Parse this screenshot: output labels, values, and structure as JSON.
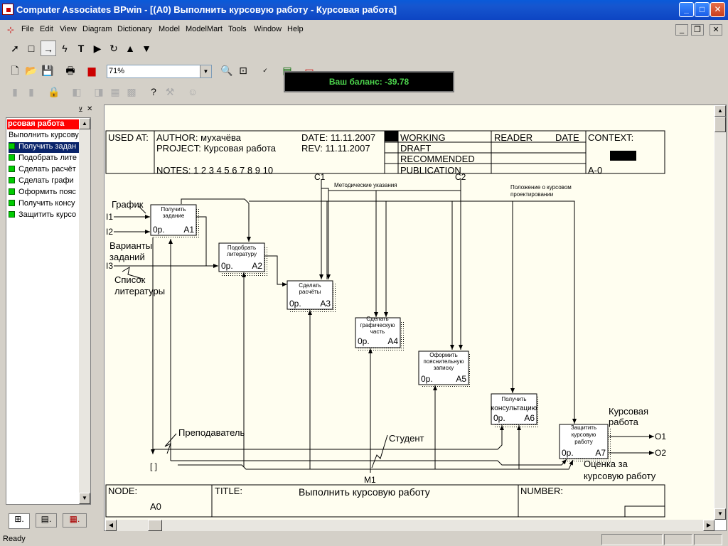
{
  "window": {
    "title": "Computer Associates BPwin - [(A0) Выполнить курсовую работу  - Курсовая работа]",
    "min": "_",
    "max": "□",
    "close": "✕"
  },
  "menu": {
    "items": [
      "File",
      "Edit",
      "View",
      "Diagram",
      "Dictionary",
      "Model",
      "ModelMart",
      "Tools",
      "Window",
      "Help"
    ]
  },
  "toolbar": {
    "zoom_value": "71%",
    "balance": "Ваш баланс: -39.78"
  },
  "tree": {
    "root": "рсовая работа",
    "parent": "Выполнить курсову",
    "items": [
      "Получить задан",
      "Подобрать лите",
      "Сделать расчёт",
      "Сделать графи",
      "Оформить пояс",
      "Получить консу",
      "Защитить курсо"
    ]
  },
  "tabs": [
    ".",
    ".",
    "."
  ],
  "header": {
    "used_at": "USED AT:",
    "author": "AUTHOR:  мухачёва",
    "project": "PROJECT:  Курсовая работа",
    "date": "DATE:  11.11.2007",
    "rev": "REV:     11.11.2007",
    "notes": "NOTES:  1  2  3  4  5  6  7  8  9  10",
    "working": "WORKING",
    "draft": "DRAFT",
    "recommended": "RECOMMENDED",
    "publication": "PUBLICATION",
    "reader": "READER",
    "rdate": "DATE",
    "context": "CONTEXT:",
    "node_ctx": "A-0"
  },
  "boxes": [
    {
      "t1": "Получить",
      "t2": "задание",
      "t3": "",
      "cost": "0р.",
      "id": "A1"
    },
    {
      "t1": "Подобрать",
      "t2": "литературу",
      "t3": "",
      "cost": "0р.",
      "id": "A2"
    },
    {
      "t1": "Сделать",
      "t2": "расчёты",
      "t3": "",
      "cost": "0р.",
      "id": "A3"
    },
    {
      "t1": "Сделать",
      "t2": "графическую",
      "t3": "часть",
      "cost": "0р.",
      "id": "A4"
    },
    {
      "t1": "Оформить",
      "t2": "пояснительную",
      "t3": "записку",
      "cost": "0р.",
      "id": "A5"
    },
    {
      "t1": "Получить",
      "t2": "консультацию",
      "t3": "",
      "cost": "0р.",
      "id": "A6"
    },
    {
      "t1": "Защитить",
      "t2": "курсовую",
      "t3": "работу",
      "cost": "0р.",
      "id": "A7"
    }
  ],
  "labels": {
    "grafik": "График",
    "i1": "I1",
    "i2": "I2",
    "variant1": "Варианты",
    "variant2": "заданий",
    "i3": "I3",
    "spisok1": "Список",
    "spisok2": "литературы",
    "c1": "C1",
    "c2": "C2",
    "metod": "Методические указания",
    "polozh1": "Положение о курсовом",
    "polozh2": "проектировании",
    "prepod": "Преподаватель",
    "student": "Студент",
    "m1": "M1",
    "tunnel": "[ ]",
    "kurs1": "Курсовая",
    "kurs2": "работа",
    "o1": "O1",
    "o2": "O2",
    "ocenka1": "Оценка за",
    "ocenka2": "курсовую работу"
  },
  "footer": {
    "node": "NODE:",
    "node_val": "A0",
    "title": "TITLE:",
    "title_val": "Выполнить курсовую работу",
    "number": "NUMBER:"
  },
  "status": {
    "text": "Ready"
  }
}
